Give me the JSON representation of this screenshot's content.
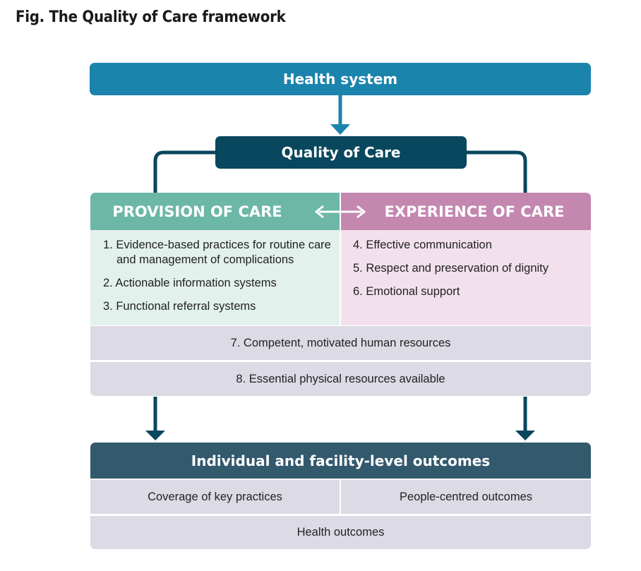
{
  "figure": {
    "title": "Fig. The Quality of Care framework"
  },
  "nodes": {
    "health_system": "Health system",
    "quality_of_care": "Quality of Care",
    "provision": {
      "title": "PROVISION OF CARE",
      "items": [
        "1. Evidence-based practices for routine care and management of complications",
        "2. Actionable information systems",
        "3. Functional referral systems"
      ]
    },
    "experience": {
      "title": "EXPERIENCE OF CARE",
      "items": [
        "4. Effective communication",
        "5. Respect and preservation of dignity",
        "6. Emotional support"
      ]
    },
    "shared": [
      "7. Competent, motivated human resources",
      "8. Essential physical resources available"
    ],
    "outcomes": {
      "title": "Individual and facility-level outcomes",
      "left": "Coverage of key practices",
      "right": "People-centred outcomes",
      "bottom": "Health outcomes"
    }
  },
  "colors": {
    "health_system": "#1b84ad",
    "quality_of_care": "#08475d",
    "provision": "#6db7a6",
    "provision_light": "#e3f1ed",
    "experience": "#c387b0",
    "experience_light": "#f2e1ec",
    "shared_band": "#dcdae4",
    "outcomes": "#33596d"
  }
}
